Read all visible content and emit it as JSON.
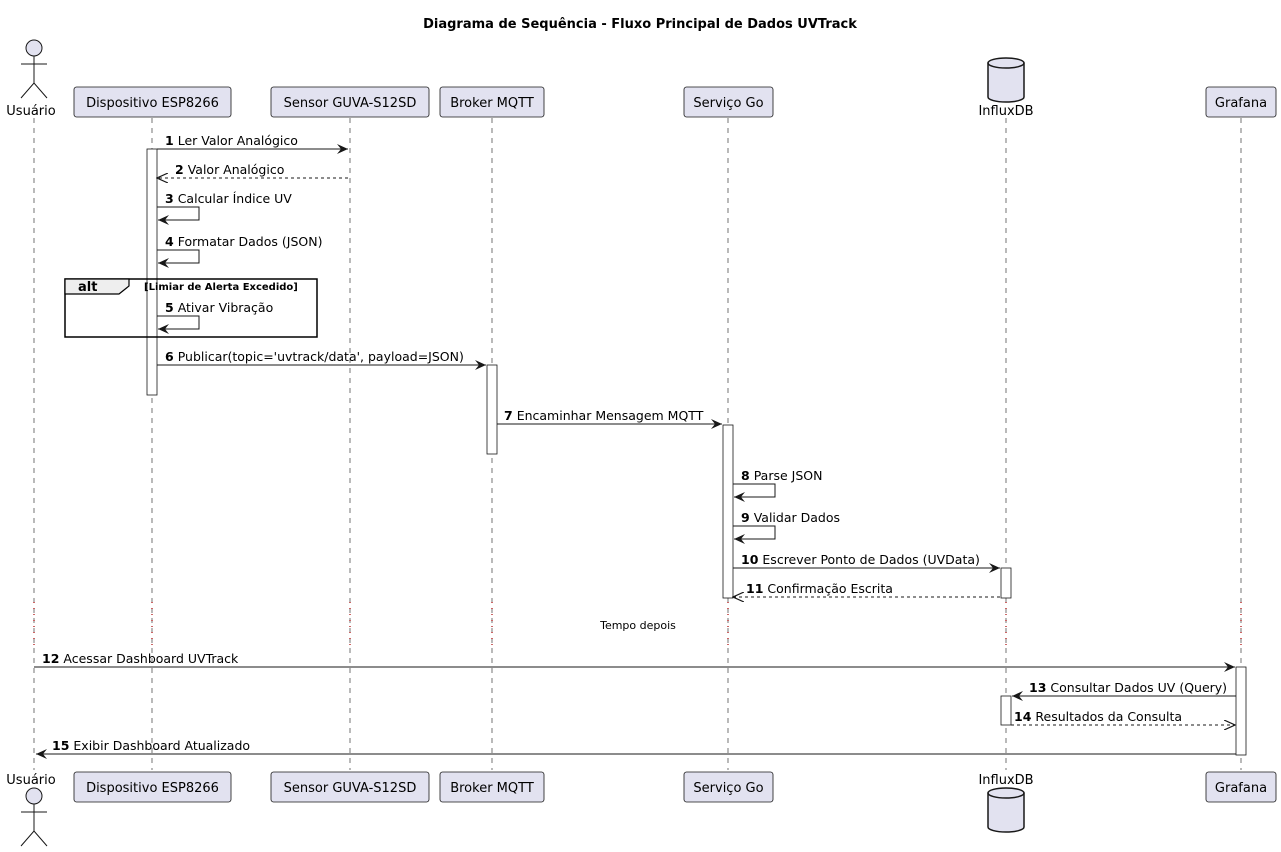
{
  "diagram": {
    "title": "Diagrama de Sequência - Fluxo Principal de Dados UVTrack",
    "colors": {
      "participant_fill": "#e2e2f0",
      "participant_stroke": "#181818",
      "lifeline": "#181818",
      "activation_fill": "#ffffff",
      "divider_dots": "#aa0000"
    },
    "participants": [
      {
        "id": "user",
        "kind": "actor",
        "label": "Usuário"
      },
      {
        "id": "esp",
        "kind": "participant",
        "label": "Dispositivo ESP8266"
      },
      {
        "id": "sensor",
        "kind": "participant",
        "label": "Sensor GUVA-S12SD"
      },
      {
        "id": "broker",
        "kind": "participant",
        "label": "Broker MQTT"
      },
      {
        "id": "go",
        "kind": "participant",
        "label": "Serviço Go"
      },
      {
        "id": "influx",
        "kind": "database",
        "label": "InfluxDB"
      },
      {
        "id": "grafana",
        "kind": "participant",
        "label": "Grafana"
      }
    ],
    "messages": [
      {
        "num": "1",
        "text": "Ler Valor Analógico",
        "from": "esp",
        "to": "sensor",
        "style": "sync"
      },
      {
        "num": "2",
        "text": "Valor Analógico",
        "from": "sensor",
        "to": "esp",
        "style": "return"
      },
      {
        "num": "3",
        "text": "Calcular Índice UV",
        "from": "esp",
        "to": "esp",
        "style": "self"
      },
      {
        "num": "4",
        "text": "Formatar Dados (JSON)",
        "from": "esp",
        "to": "esp",
        "style": "self"
      },
      {
        "num": "5",
        "text": "Ativar Vibração",
        "from": "esp",
        "to": "esp",
        "style": "self"
      },
      {
        "num": "6",
        "text": "Publicar(topic='uvtrack/data', payload=JSON)",
        "from": "esp",
        "to": "broker",
        "style": "sync"
      },
      {
        "num": "7",
        "text": "Encaminhar Mensagem MQTT",
        "from": "broker",
        "to": "go",
        "style": "sync"
      },
      {
        "num": "8",
        "text": "Parse JSON",
        "from": "go",
        "to": "go",
        "style": "self"
      },
      {
        "num": "9",
        "text": "Validar Dados",
        "from": "go",
        "to": "go",
        "style": "self"
      },
      {
        "num": "10",
        "text": "Escrever Ponto de Dados (UVData)",
        "from": "go",
        "to": "influx",
        "style": "sync"
      },
      {
        "num": "11",
        "text": "Confirmação Escrita",
        "from": "influx",
        "to": "go",
        "style": "return"
      },
      {
        "num": "12",
        "text": "Acessar Dashboard UVTrack",
        "from": "user",
        "to": "grafana",
        "style": "sync"
      },
      {
        "num": "13",
        "text": "Consultar Dados UV (Query)",
        "from": "grafana",
        "to": "influx",
        "style": "sync"
      },
      {
        "num": "14",
        "text": "Resultados da Consulta",
        "from": "influx",
        "to": "grafana",
        "style": "return"
      },
      {
        "num": "15",
        "text": "Exibir Dashboard Atualizado",
        "from": "grafana",
        "to": "user",
        "style": "sync"
      }
    ],
    "alt_fragment": {
      "keyword": "alt",
      "condition": "[Limiar de Alerta Excedido]"
    },
    "divider": {
      "text": "Tempo depois"
    }
  }
}
